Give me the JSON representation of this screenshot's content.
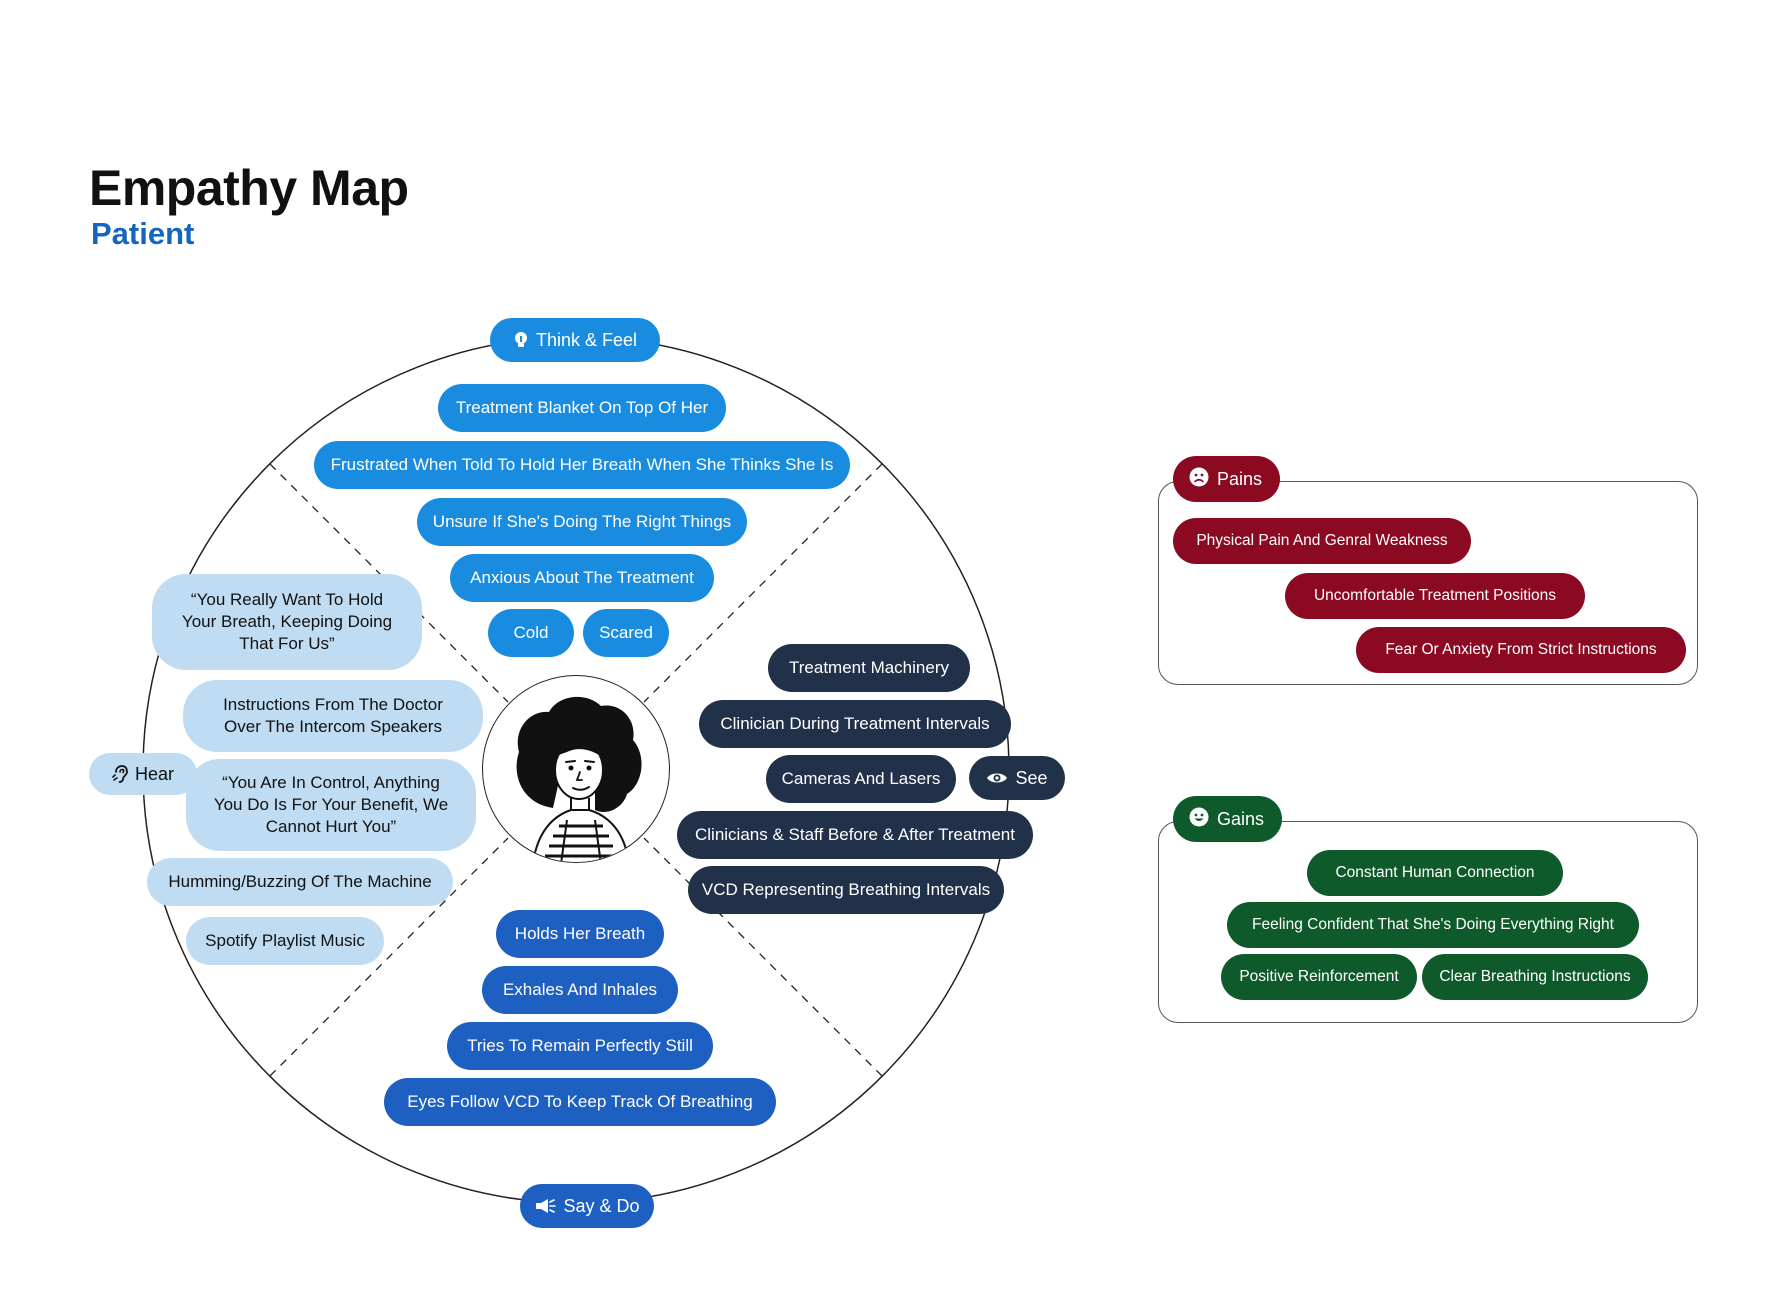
{
  "header": {
    "title": "Empathy Map",
    "subtitle": "Patient"
  },
  "quadrants": {
    "think_feel": {
      "label": "Think & Feel",
      "icon": "lightbulb-icon",
      "items": [
        "Treatment Blanket On Top Of Her",
        "Frustrated When Told To Hold Her Breath When She Thinks She Is",
        "Unsure If She's Doing The Right Things",
        "Anxious About The Treatment",
        "Cold",
        "Scared"
      ]
    },
    "see": {
      "label": "See",
      "icon": "eye-icon",
      "items": [
        "Treatment Machinery",
        "Clinician During Treatment Intervals",
        "Cameras And Lasers",
        "Clinicians & Staff Before & After Treatment",
        "VCD Representing Breathing Intervals"
      ]
    },
    "say_do": {
      "label": "Say & Do",
      "icon": "megaphone-icon",
      "items": [
        "Holds Her Breath",
        "Exhales And Inhales",
        "Tries To Remain Perfectly Still",
        "Eyes Follow VCD To Keep Track Of Breathing"
      ]
    },
    "hear": {
      "label": "Hear",
      "icon": "ear-icon",
      "items": [
        "“You Really Want To Hold Your Breath, Keeping Doing That For Us”",
        "Instructions From The Doctor Over The Intercom Speakers",
        "“You Are In Control, Anything You Do Is For Your Benefit, We Cannot Hurt You”",
        "Humming/Buzzing Of The Machine",
        "Spotify Playlist Music"
      ]
    }
  },
  "center": {
    "avatar": "patient-avatar-illustration"
  },
  "pains": {
    "label": "Pains",
    "icon": "sad-face-icon",
    "items": [
      "Physical Pain And Genral Weakness",
      "Uncomfortable Treatment Positions",
      "Fear Or Anxiety From Strict Instructions"
    ]
  },
  "gains": {
    "label": "Gains",
    "icon": "happy-face-icon",
    "items": [
      "Constant Human Connection",
      "Feeling Confident That She's Doing Everything Right",
      "Positive Reinforcement",
      "Clear Breathing Instructions"
    ]
  },
  "colors": {
    "think": "#1a8ce0",
    "say": "#1e5fc2",
    "see": "#22314a",
    "hear": "#bfdcf2",
    "pain": "#8b0a22",
    "gain": "#0e5a2a",
    "subtitle": "#1565c0"
  }
}
